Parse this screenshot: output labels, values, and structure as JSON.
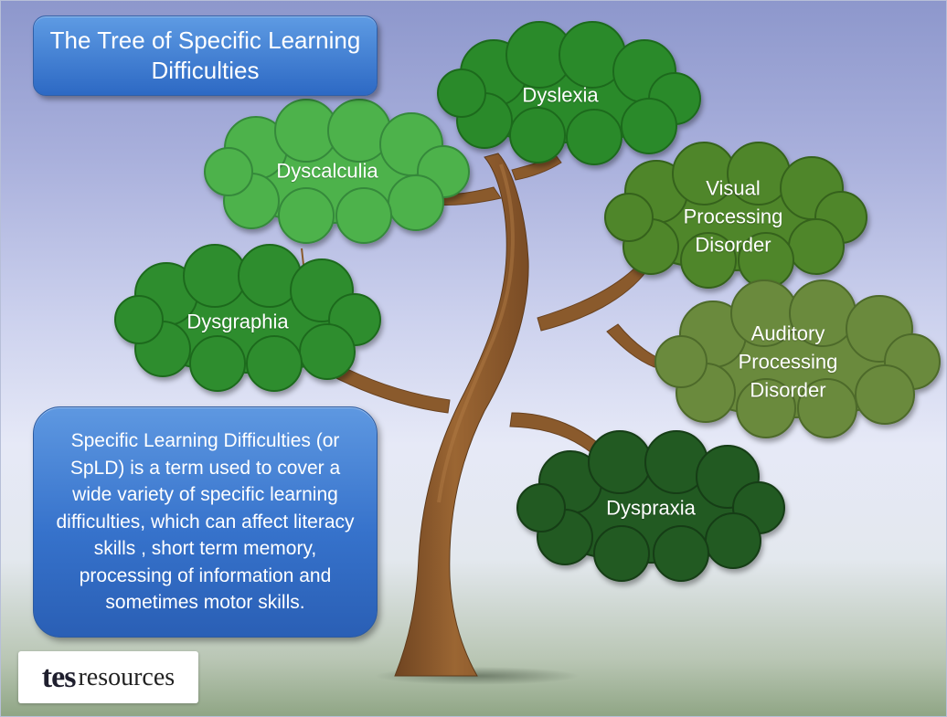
{
  "title": "The Tree of Specific Learning Difficulties",
  "description": "Specific Learning Difficulties (or SpLD) is a term used to cover a wide variety of specific learning difficulties, which can affect literacy skills , short term memory, processing of information and sometimes motor skills.",
  "leaves": {
    "dyslexia": {
      "label": "Dyslexia",
      "color": "#2c8a2c"
    },
    "dyscalculia": {
      "label": "Dyscalculia",
      "color": "#4eb24b"
    },
    "visual": {
      "label": "Visual\nProcessing\nDisorder",
      "color": "#4f862a"
    },
    "dysgraphia": {
      "label": "Dysgraphia",
      "color": "#2f8d2f"
    },
    "auditory": {
      "label": "Auditory\nProcessing\nDisorder",
      "color": "#6b8a3e"
    },
    "dyspraxia": {
      "label": "Dyspraxia",
      "color": "#215a22"
    }
  },
  "logo": {
    "mark": "tes",
    "word": "resources"
  },
  "colors": {
    "trunk": "#8b5a2b",
    "trunk_shadow": "#6b431f",
    "title_box": "#3a78d0",
    "info_box": "#3a76cc"
  }
}
